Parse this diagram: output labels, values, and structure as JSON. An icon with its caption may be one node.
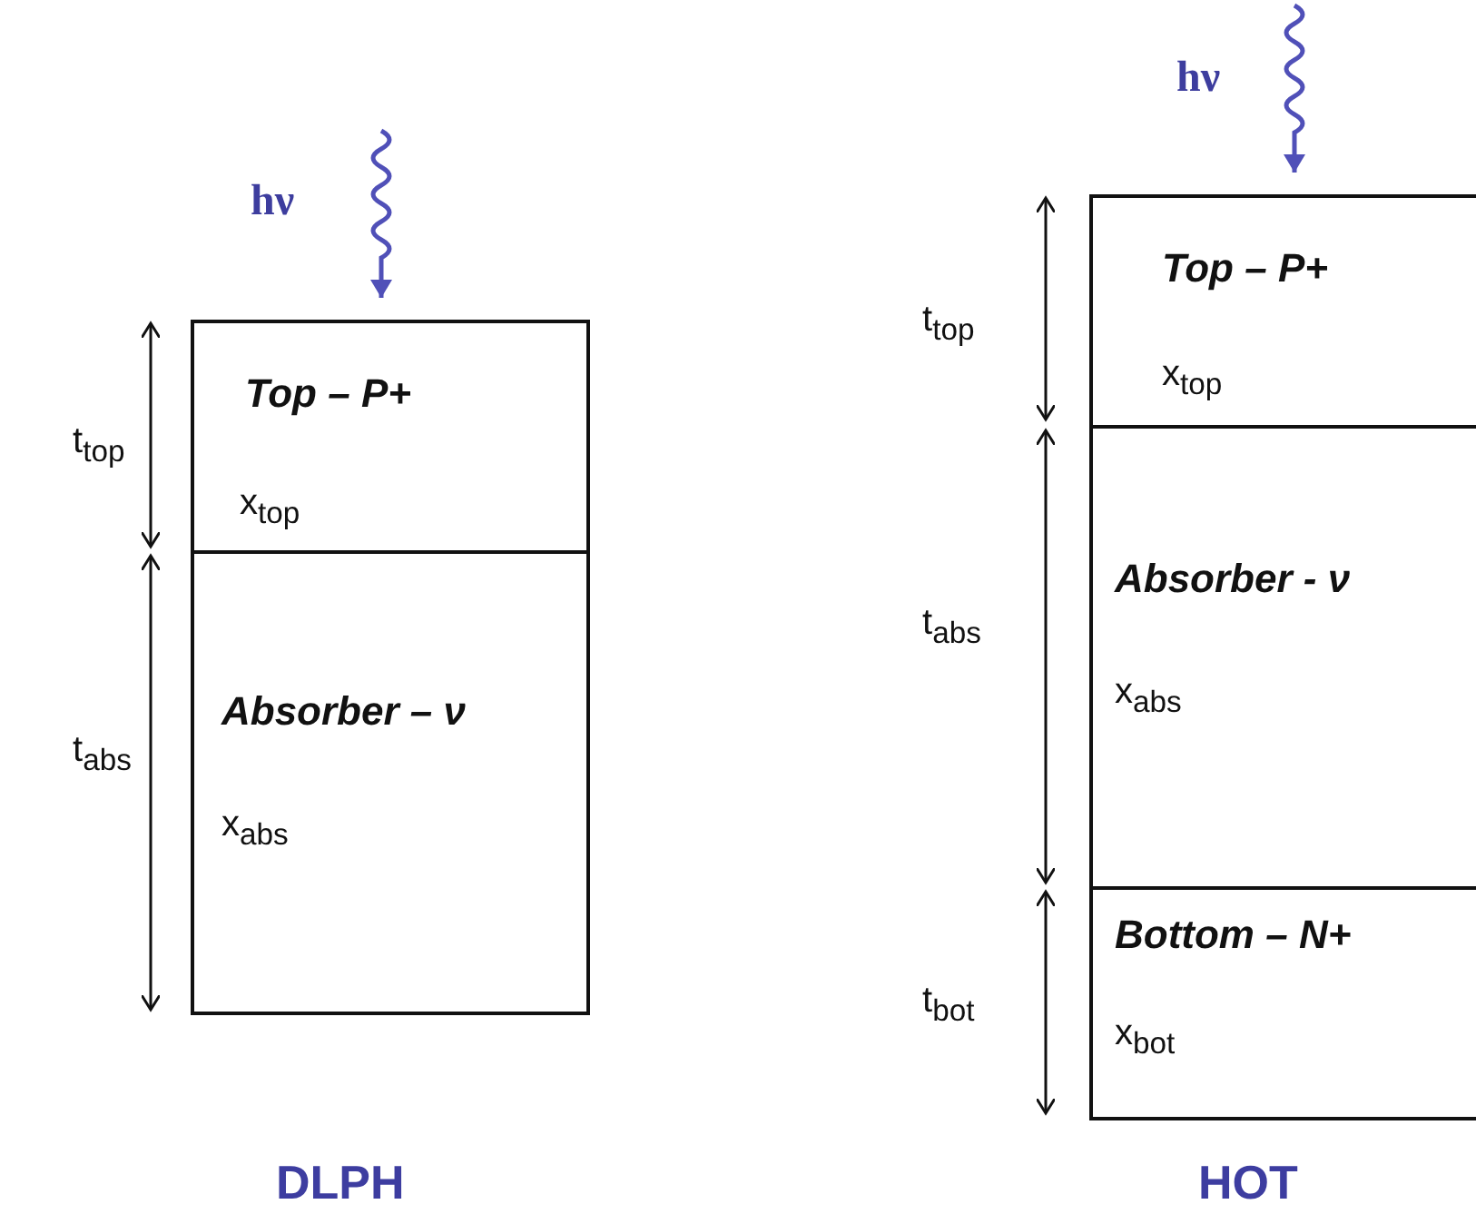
{
  "diagram": {
    "nodes": [
      {
        "text": [
          "Top – P+",
          "x$_{top}$"
        ]
      },
      {
        "text": [
          "Absorber – ν",
          "x$_{abs}$"
        ]
      },
      {
        "text": [
          "Top – P+",
          "x$_{top}$"
        ]
      },
      {
        "text": [
          "Absorber - ν",
          "x$_{abs}$"
        ]
      },
      {
        "text": [
          "Bottom – N+",
          "x$_{bot}$"
        ]
      }
    ],
    "edges": [
      {
        "from": null,
        "to": 0,
        "arrow": "to"
      },
      {
        "from": null,
        "to": 2,
        "arrow": "to"
      }
    ],
    "labels": [
      "hν",
      "t$_{top}$",
      "t$_{abs}$",
      "DLPH",
      "hν",
      "t$_{top}$",
      "t$_{abs}$",
      "t$_{bot}$",
      "HOT"
    ]
  }
}
